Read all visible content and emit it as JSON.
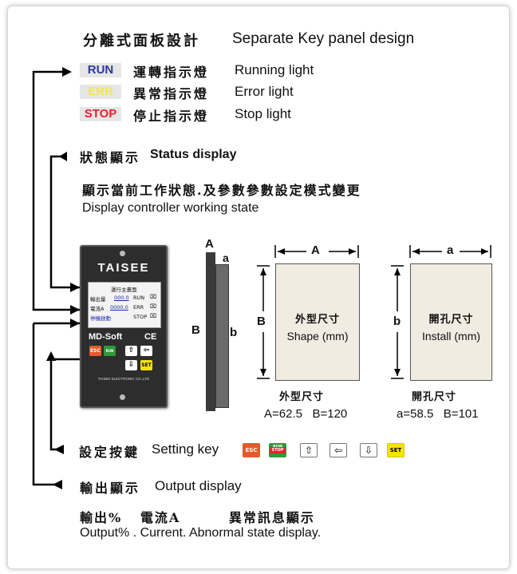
{
  "title": {
    "zh": "分離式面板設計",
    "en": "Separate Key panel design"
  },
  "indicators": [
    {
      "code": "RUN",
      "color": "#2b3a9e",
      "zh": "運轉指示燈",
      "en": "Running  light"
    },
    {
      "code": "ERR",
      "color": "#f3e64a",
      "zh": "異常指示燈",
      "en": "Error light"
    },
    {
      "code": "STOP",
      "color": "#e4242b",
      "zh": "停止指示燈",
      "en": "Stop light"
    }
  ],
  "status": {
    "zh": "狀態顯示",
    "en": "Status display",
    "desc_zh": "顯示當前工作狀態.及參數參數設定模式變更",
    "desc_en": "Display controller working state"
  },
  "device": {
    "brand": "TAISEE",
    "lcd": {
      "title": "運行主畫面",
      "row1_label": "輸出量",
      "row1_value": "000.0",
      "row1_flag": "RUN",
      "row2_label": "電流A",
      "row2_value": "0000.0",
      "row2_flag": "ERR",
      "row3_label": "停機啟動",
      "row3_flag": "STOP"
    },
    "model": "MD-Soft",
    "ce": "CE",
    "footer": "TAISEE ELECTRONIC CO.,LTD"
  },
  "side_view": {
    "label_A": "A",
    "label_a": "a",
    "label_B": "B",
    "label_b": "b"
  },
  "shape": {
    "dim_A": "A",
    "dim_B": "B",
    "box_zh": "外型尺寸",
    "box_en": "Shape (mm)",
    "caption_zh": "外型尺寸",
    "caption_values": "A=62.5   B=120"
  },
  "install": {
    "dim_a": "a",
    "dim_b": "b",
    "box_zh": "開孔尺寸",
    "box_en": "Install (mm)",
    "caption_zh": "開孔尺寸",
    "caption_values": "a=58.5   B=101"
  },
  "setting": {
    "zh": "設定按鍵",
    "en": "Setting key",
    "keys": {
      "esc": "ESC",
      "run": "RUN",
      "stop": "STOP",
      "set": "SET"
    }
  },
  "output": {
    "zh": "輸出顯示",
    "en": "Output display",
    "desc_zh": "輸出%   電流A        異常訊息顯示",
    "desc_en": "Output% . Current. Abnormal state display."
  },
  "colors": {
    "esc_key": "#e9582a",
    "run_key": "#2e9a3a",
    "set_key": "#f5e400"
  }
}
